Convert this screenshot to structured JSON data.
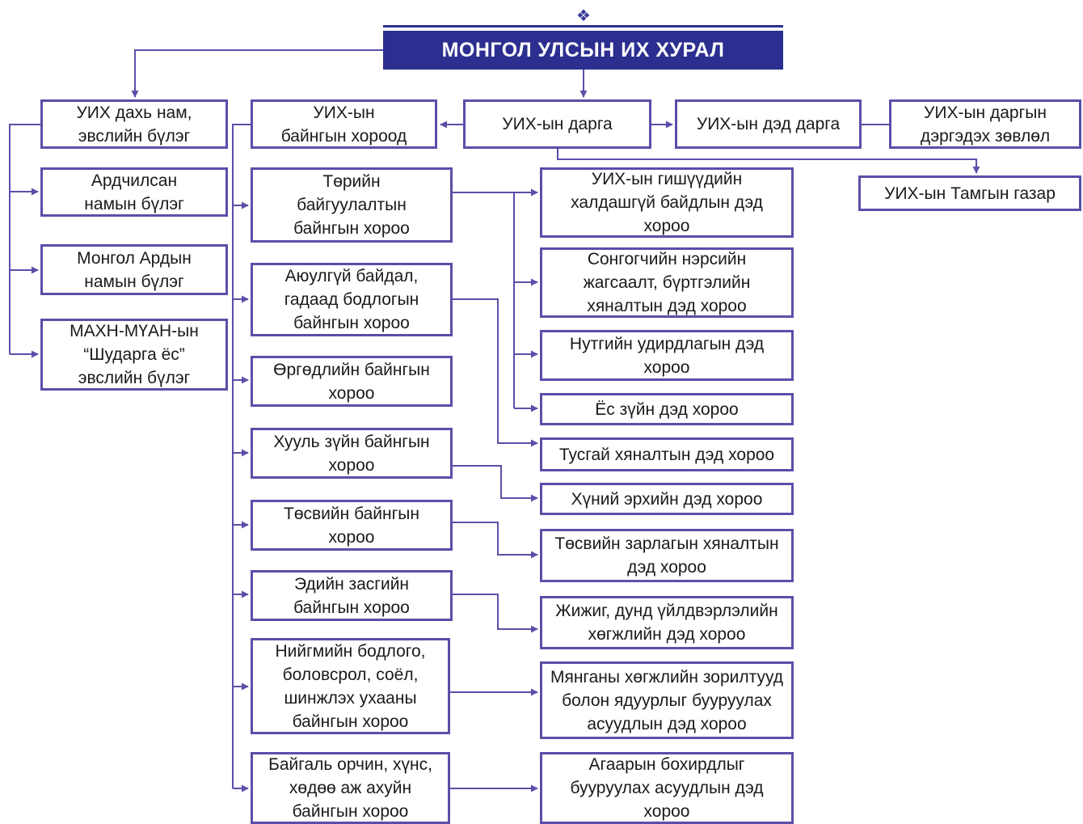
{
  "title": "МОНГОЛ УЛСЫН ИХ ХУРАЛ",
  "ornament_icon": "endless-knot-icon",
  "colors": {
    "line": "#5a4fa8",
    "title_bg": "#2c2f8f",
    "title_text": "#ffffff",
    "box_border": "#5a4fa8"
  },
  "top": {
    "speaker": "УИХ-ын дарга",
    "vice_speaker": "УИХ-ын дэд дарга",
    "advisory": "УИХ-ын даргын\nдэргэдэх зөвлөл",
    "secretariat": "УИХ-ын Тамгын газар"
  },
  "groups": {
    "header": "УИХ дахь нам,\nэвслийн бүлэг",
    "items": [
      "Ардчилсан\nнамын бүлэг",
      "Монгол Ардын\nнамын бүлэг",
      "МАХН-МҮАН-ын\n“Шударга ёс”\nэвслийн бүлэг"
    ]
  },
  "standing": {
    "header": "УИХ-ын\nбайнгын хороод",
    "items": [
      "Төрийн\nбайгуулалтын\nбайнгын хороо",
      "Аюулгүй байдал,\nгадаад бодлогын\nбайнгын хороо",
      "Өргөдлийн байнгын\nхороо",
      "Хууль зүйн байнгын\nхороо",
      "Төсвийн байнгын\nхороо",
      "Эдийн засгийн\nбайнгын хороо",
      "Нийгмийн бодлого,\nболовсрол, соёл,\nшинжлэх ухааны\nбайнгын хороо",
      "Байгаль орчин, хүнс,\nхөдөө аж ахуйн\nбайнгын хороо"
    ]
  },
  "subcommittees": [
    "УИХ-ын гишүүдийн\nхалдашгүй байдлын дэд\nхороо",
    "Сонгогчийн нэрсийн\nжагсаалт, бүртгэлийн\nхяналтын дэд хороо",
    "Нутгийн удирдлагын дэд\nхороо",
    "Ёс зүйн дэд хороо",
    "Тусгай хяналтын дэд хороо",
    "Хүний эрхийн дэд хороо",
    "Төсвийн зарлагын хяналтын\nдэд хороо",
    "Жижиг, дунд үйлдвэрлэлийн\nхөгжлийн дэд хороо",
    "Мянганы хөгжлийн зорилтууд\nболон ядуурлыг бууруулах\nасуудлын дэд хороо",
    "Агаарын бохирдлыг\nбууруулах асуудлын дэд\nхороо"
  ]
}
